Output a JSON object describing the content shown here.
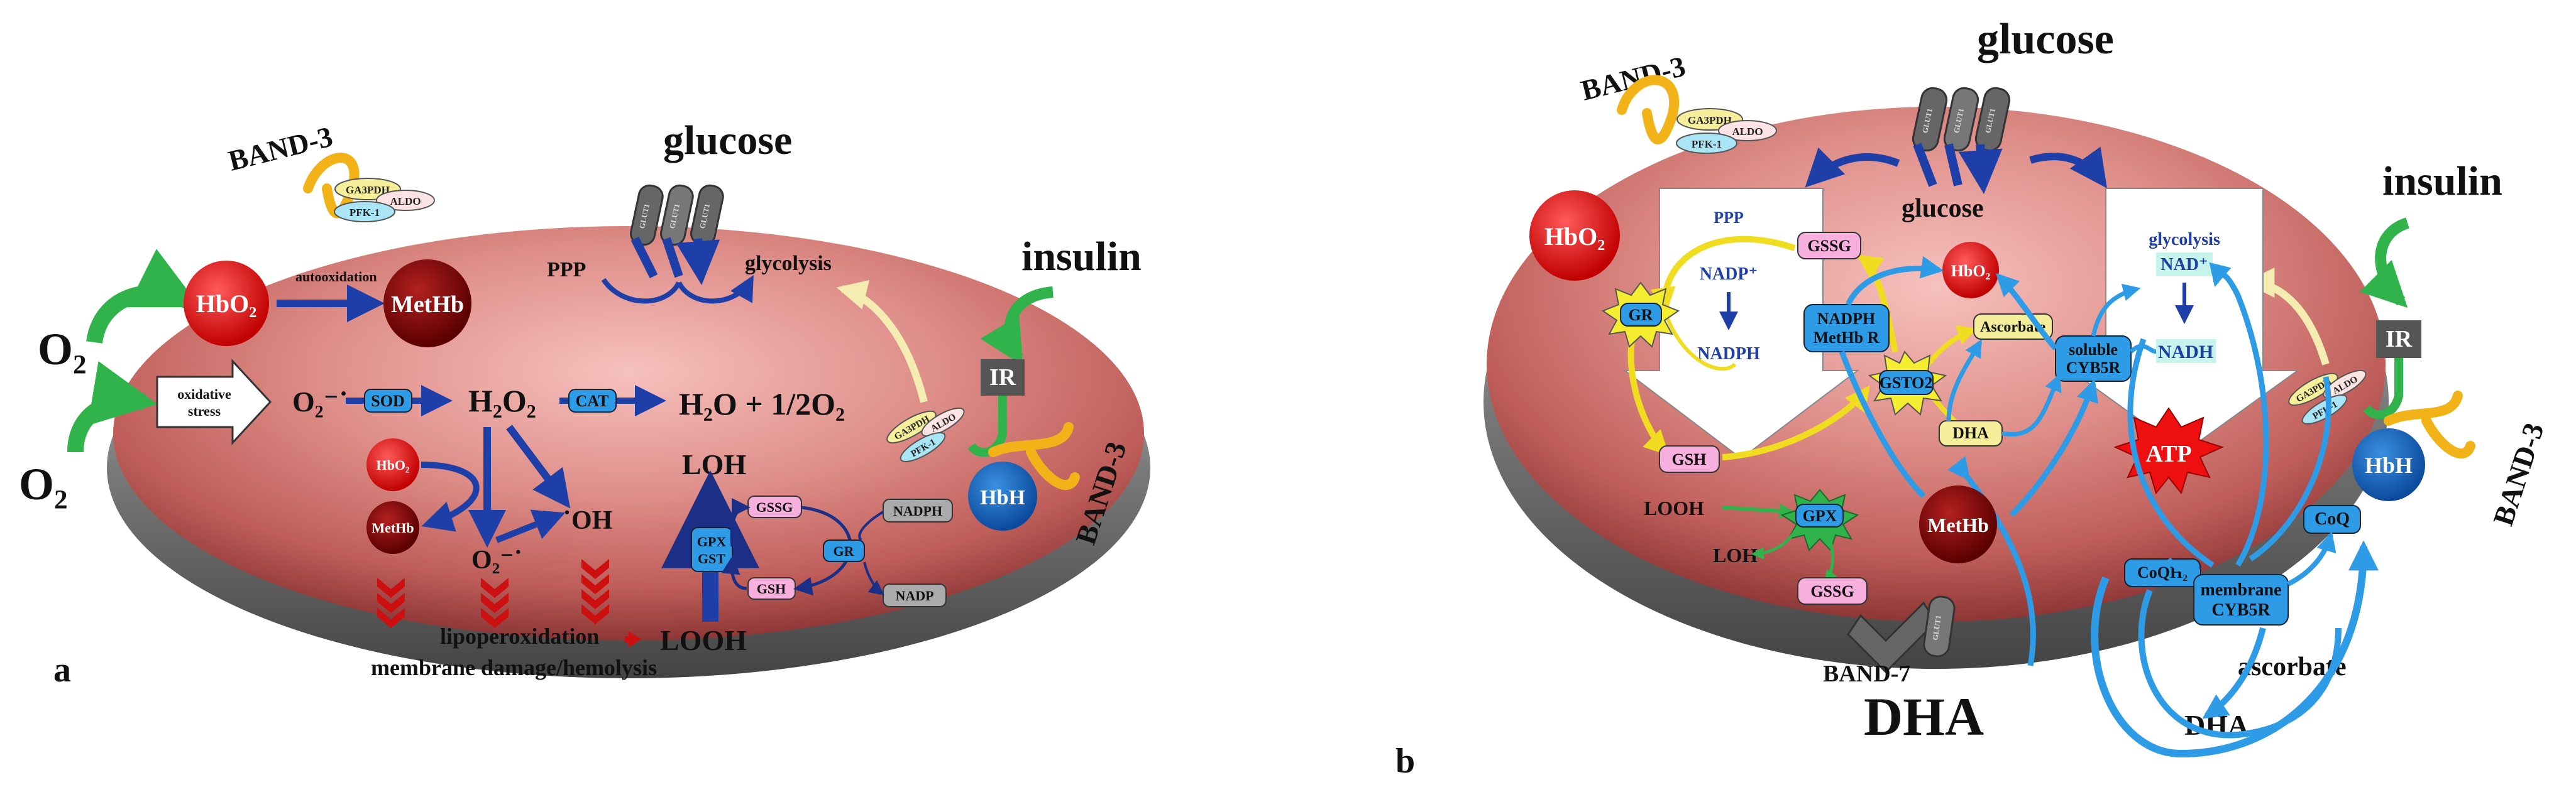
{
  "panel_a": {
    "label": "a",
    "band3": "BAND-3",
    "ga3pdh": "GA3PDH",
    "aldo": "ALDO",
    "pfk1": "PFK-1",
    "glucose": "glucose",
    "glut": "GLUT1",
    "ppp": "PPP",
    "glycolysis": "glycolysis",
    "insulin": "insulin",
    "ir": "IR",
    "hbh": "HbH",
    "hbo2": "HbO₂",
    "autooxidation": "autooxidation",
    "methb": "MetHb",
    "o2": "O₂",
    "oxidative_stress_1": "oxidative",
    "oxidative_stress_2": "stress",
    "superoxide": "O₂⁻˙",
    "sod": "SOD",
    "h2o2": "H₂O₂",
    "cat": "CAT",
    "water": "H₂O + 1/2O₂",
    "small_hbo2": "HbO₂",
    "small_methb": "MetHb",
    "o2_radical": "O₂⁻˙",
    "oh": "˙OH",
    "loh": "LOH",
    "gpx_gst_1": "GPX",
    "gpx_gst_2": "GST",
    "gssg": "GSSG",
    "gsh": "GSH",
    "gr": "GR",
    "nadph": "NADPH",
    "nadp": "NADP",
    "lipoperoxidation": "lipoperoxidation",
    "membrane_damage": "membrane damage/hemolysis",
    "looh": "LOOH"
  },
  "panel_b": {
    "label": "b",
    "band3_left": "BAND-3",
    "band3_right": "BAND-3",
    "ga3pdh": "GA3PDH",
    "aldo": "ALDO",
    "pfk1": "PFK-1",
    "glucose_top": "glucose",
    "glucose_inner": "glucose",
    "glut": "GLUT1",
    "insulin": "insulin",
    "ir": "IR",
    "hbh": "HbH",
    "hbo2_large": "HbO₂",
    "hbo2_small": "HbO₂",
    "ppp": "PPP",
    "nadp": "NADP⁺",
    "nadph": "NADPH",
    "gssg_top": "GSSG",
    "gr": "GR",
    "nadph_methb_r_1": "NADPH",
    "nadph_methb_r_2": "MetHb R",
    "ascorbate_box": "Ascorbate",
    "gsto2": "GSTO2",
    "soluble_cyb5r_1": "soluble",
    "soluble_cyb5r_2": "CYB5R",
    "glycolysis": "glycolysis",
    "nad": "NAD⁺",
    "nadh": "NADH",
    "atp": "ATP",
    "gsh": "GSH",
    "dha_box": "DHA",
    "looh": "LOOH",
    "gpx": "GPX",
    "loh": "LOH",
    "gssg_bottom": "GSSG",
    "methb": "MetHb",
    "band7": "BAND-7",
    "dha_large": "DHA",
    "coqh2": "CoQH₂",
    "membrane_cyb5r_1": "membrane",
    "membrane_cyb5r_2": "CYB5R",
    "coq": "CoQ",
    "ascorbate": "ascorbate",
    "dha_bottom": "DHA"
  }
}
